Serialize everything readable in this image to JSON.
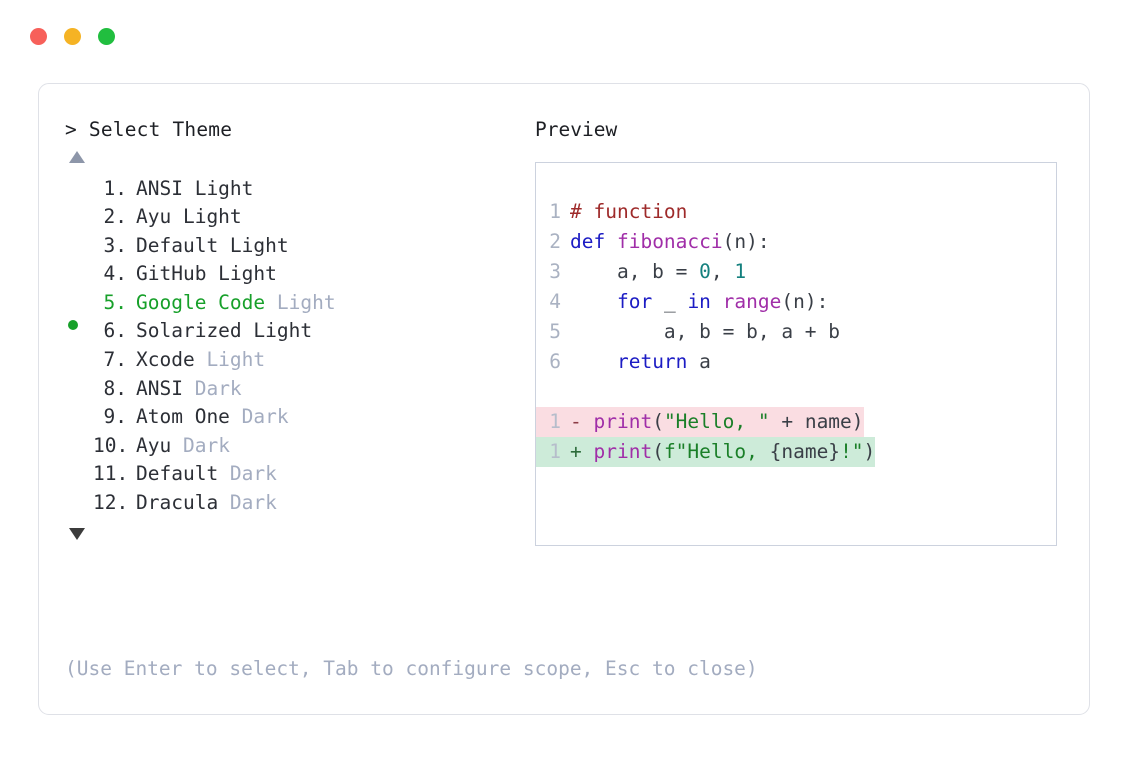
{
  "window": {
    "traffic_lights": [
      {
        "name": "close",
        "color": "#f7605a"
      },
      {
        "name": "minimize",
        "color": "#f5b324"
      },
      {
        "name": "maximize",
        "color": "#21be3f"
      }
    ]
  },
  "picker": {
    "prompt_caret": ">",
    "prompt_title": "Select Theme",
    "scroll_up_icon": "triangle-up",
    "scroll_down_icon": "triangle-down",
    "selected_index": 5,
    "selected_bullet": "●",
    "accent_color": "#17a02a",
    "muted_color": "#a3acc0",
    "items": [
      {
        "index": "1.",
        "name": "ANSI Light",
        "variant": "",
        "selected": false
      },
      {
        "index": "2.",
        "name": "Ayu Light",
        "variant": "",
        "selected": false
      },
      {
        "index": "3.",
        "name": "Default Light",
        "variant": "",
        "selected": false
      },
      {
        "index": "4.",
        "name": "GitHub Light",
        "variant": "",
        "selected": false
      },
      {
        "index": "5.",
        "name": "Google Code",
        "variant": "Light",
        "selected": true
      },
      {
        "index": "6.",
        "name": "Solarized Light",
        "variant": "",
        "selected": false
      },
      {
        "index": "7.",
        "name": "Xcode",
        "variant": "Light",
        "selected": false
      },
      {
        "index": "8.",
        "name": "ANSI",
        "variant": "Dark",
        "selected": false
      },
      {
        "index": "9.",
        "name": "Atom One",
        "variant": "Dark",
        "selected": false
      },
      {
        "index": "10.",
        "name": "Ayu",
        "variant": "Dark",
        "selected": false
      },
      {
        "index": "11.",
        "name": "Default",
        "variant": "Dark",
        "selected": false
      },
      {
        "index": "12.",
        "name": "Dracula",
        "variant": "Dark",
        "selected": false
      }
    ]
  },
  "preview": {
    "label": "Preview",
    "border_color": "#ccd2de",
    "code_lines": [
      {
        "number": "1",
        "tokens": [
          {
            "t": "# function",
            "c": "comment"
          }
        ]
      },
      {
        "number": "2",
        "tokens": [
          {
            "t": "def ",
            "c": "kw"
          },
          {
            "t": "fibonacci",
            "c": "fn"
          },
          {
            "t": "(n):",
            "c": "punct"
          }
        ]
      },
      {
        "number": "3",
        "tokens": [
          {
            "t": "    a, b = ",
            "c": "plain"
          },
          {
            "t": "0",
            "c": "num"
          },
          {
            "t": ", ",
            "c": "plain"
          },
          {
            "t": "1",
            "c": "num"
          }
        ]
      },
      {
        "number": "4",
        "tokens": [
          {
            "t": "    ",
            "c": "plain"
          },
          {
            "t": "for",
            "c": "kw"
          },
          {
            "t": " _ ",
            "c": "plain"
          },
          {
            "t": "in",
            "c": "kw"
          },
          {
            "t": " ",
            "c": "plain"
          },
          {
            "t": "range",
            "c": "fn"
          },
          {
            "t": "(n):",
            "c": "punct"
          }
        ]
      },
      {
        "number": "5",
        "tokens": [
          {
            "t": "        a, b = b, a + b",
            "c": "plain"
          }
        ]
      },
      {
        "number": "6",
        "tokens": [
          {
            "t": "    ",
            "c": "plain"
          },
          {
            "t": "return",
            "c": "kw"
          },
          {
            "t": " a",
            "c": "plain"
          }
        ]
      }
    ],
    "diff_lines": [
      {
        "number": "1",
        "sign": "-",
        "kind": "del",
        "background": "#fadde2",
        "tokens": [
          {
            "t": "print",
            "c": "fn"
          },
          {
            "t": "(",
            "c": "punct"
          },
          {
            "t": "\"Hello, \"",
            "c": "str"
          },
          {
            "t": " + name)",
            "c": "plain"
          }
        ]
      },
      {
        "number": "1",
        "sign": "+",
        "kind": "add",
        "background": "#cdebd9",
        "tokens": [
          {
            "t": "print",
            "c": "fn"
          },
          {
            "t": "(",
            "c": "punct"
          },
          {
            "t": "f\"Hello, ",
            "c": "str"
          },
          {
            "t": "{name}",
            "c": "plain"
          },
          {
            "t": "!\"",
            "c": "str"
          },
          {
            "t": ")",
            "c": "punct"
          }
        ]
      }
    ]
  },
  "footer": {
    "hint": "(Use Enter to select, Tab to configure scope, Esc to close)"
  }
}
